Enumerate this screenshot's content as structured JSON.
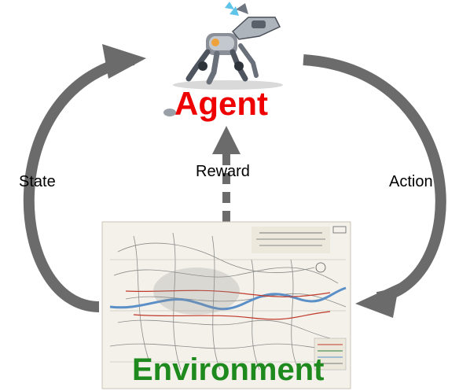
{
  "agent": {
    "title": "Agent",
    "illustration": "robot-dog-icon"
  },
  "environment": {
    "title": "Environment",
    "illustration": "drainage-map-image"
  },
  "edges": {
    "state": "State",
    "reward": "Reward",
    "action": "Action"
  },
  "colors": {
    "arrow": "#6b6b6b",
    "agent_text": "#ee0000",
    "environment_text": "#1e8a1e",
    "map_paper": "#f3f1ea"
  }
}
